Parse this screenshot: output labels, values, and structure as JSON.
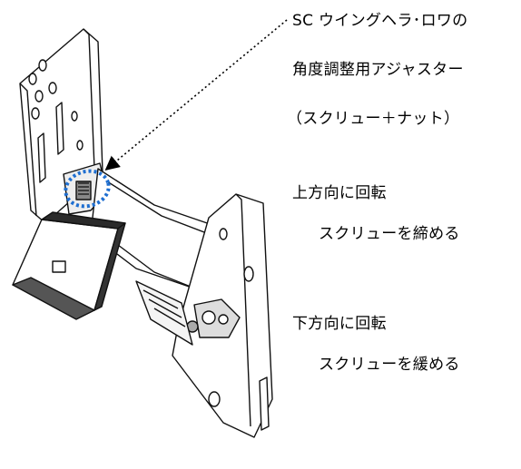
{
  "annotation": {
    "title_line1": "SC  ウイングヘラ･ロワの",
    "title_line2": "角度調整用アジャスター",
    "title_line3": "（スクリュー＋ナット）"
  },
  "rotate_up": {
    "heading": "上方向に回転",
    "instruction": "スクリューを締める"
  },
  "rotate_down": {
    "heading": "下方向に回転",
    "instruction": "スクリューを緩める"
  },
  "colors": {
    "line": "#111111",
    "highlight_dashed": "#1f6fd1",
    "shade_dark": "#2a2a2a",
    "shade_mid": "#9a9a9a",
    "shade_light": "#e9e9e9"
  },
  "icons": {
    "adjuster_highlight": "dashed-ellipse",
    "pointer": "dotted-arrow"
  }
}
